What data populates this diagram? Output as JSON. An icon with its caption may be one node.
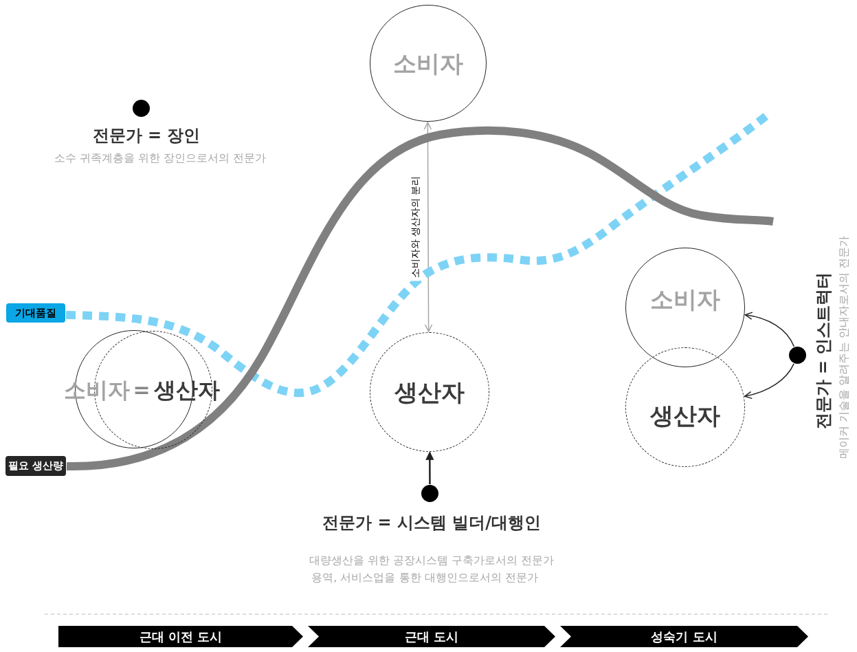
{
  "diagram": {
    "nodes": [
      {
        "text": [
          "소비자"
        ]
      },
      {
        "text": [
          "생산자"
        ]
      },
      {
        "text": [],
        "shape": "circle"
      },
      {
        "text": [
          "소비자"
        ]
      },
      {
        "text": [
          "생산자"
        ]
      },
      {
        "text": [],
        "shape": "circle"
      },
      {
        "text": [],
        "shape": "circle"
      },
      {
        "text": [],
        "shape": "circle"
      },
      {
        "text": [],
        "shape": "circle"
      },
      {
        "text": [
          "기대품질"
        ]
      },
      {
        "text": [
          "필요 생산량"
        ]
      },
      {
        "text": [
          "근대 이전 도시"
        ]
      },
      {
        "text": [
          "근대 도시"
        ]
      },
      {
        "text": [
          "성숙기 도시"
        ]
      }
    ],
    "edges": [
      {
        "from": 1,
        "to": 0,
        "arrow": "both",
        "label": "소비자와 생산자의 분리",
        "color": "#a6a6a6"
      },
      {
        "from": 2,
        "to": 1,
        "arrow": "to"
      },
      {
        "from": 5,
        "to": 3,
        "arrow": "to"
      },
      {
        "from": 5,
        "to": 4,
        "arrow": "to"
      },
      {
        "from": 9,
        "to": null,
        "arrow": "none",
        "style": "dashed",
        "color": "#7dd3f5"
      },
      {
        "from": 10,
        "to": null,
        "arrow": "none",
        "style": "thick",
        "color": "#808080"
      }
    ],
    "labels": [
      "전문가 = 장인",
      "소수 귀족계층을 위한 장인으로서의 전문가",
      "소비자",
      "=",
      "생산자",
      "전문가 = 인스트럭터",
      "메이커 기술을 알려주는 안내자로서의 전문가",
      "전문가 = 시스템 빌더/대행인",
      "대량생산을 위한 공장시스템 구축가로서의 전문가",
      "용역, 서비스업을 통한 대행인으로서의 전문가"
    ]
  }
}
